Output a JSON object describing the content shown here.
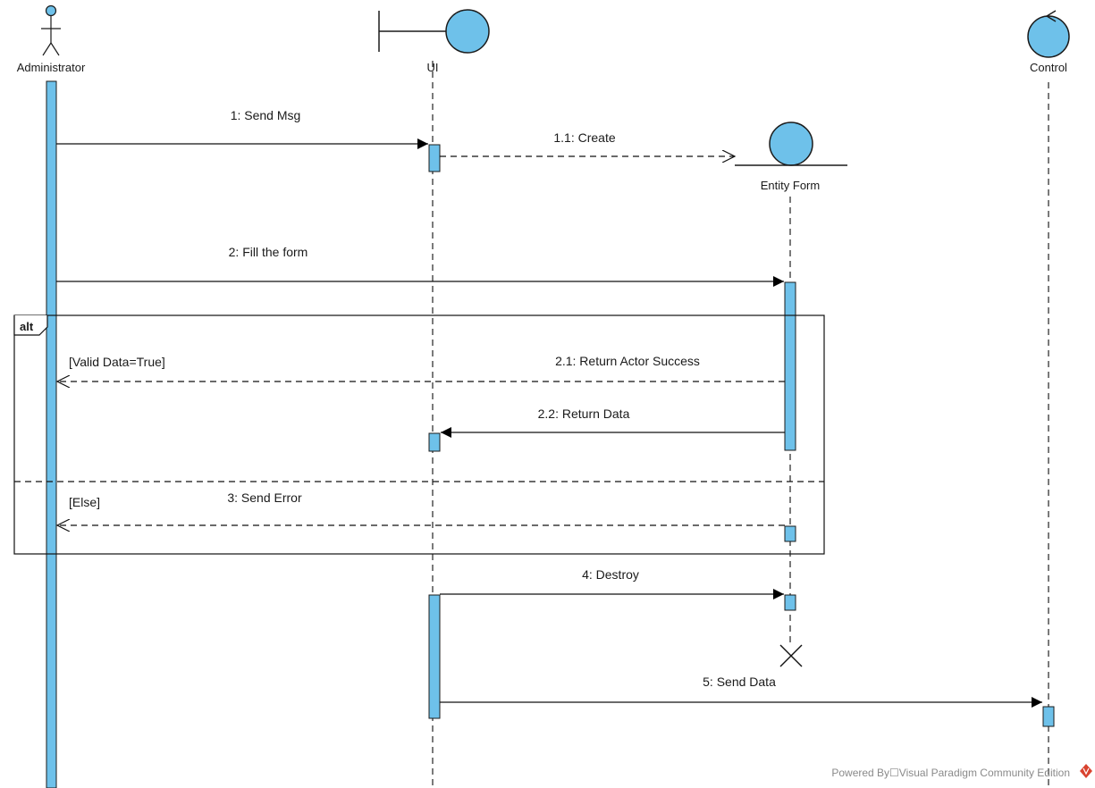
{
  "diagram": {
    "participants": {
      "administrator": "Administrator",
      "ui": "UI",
      "entity_form": "Entity Form",
      "control": "Control"
    },
    "messages": {
      "m1": "1: Send Msg",
      "m1_1": "1.1: Create",
      "m2": "2: Fill the form",
      "m2_1": "2.1: Return Actor Success",
      "m2_2": "2.2: Return Data",
      "m3": "3: Send Error",
      "m4": "4: Destroy",
      "m5": "5: Send Data"
    },
    "fragment": {
      "operator": "alt",
      "guard_1": "[Valid Data=True]",
      "guard_2": "[Else]"
    },
    "watermark": "Powered By☐Visual Paradigm Community Edition",
    "colors": {
      "fill": "#6ec1ea",
      "stroke": "#1b1b1b",
      "watermark_logo": "#d9432f"
    }
  }
}
